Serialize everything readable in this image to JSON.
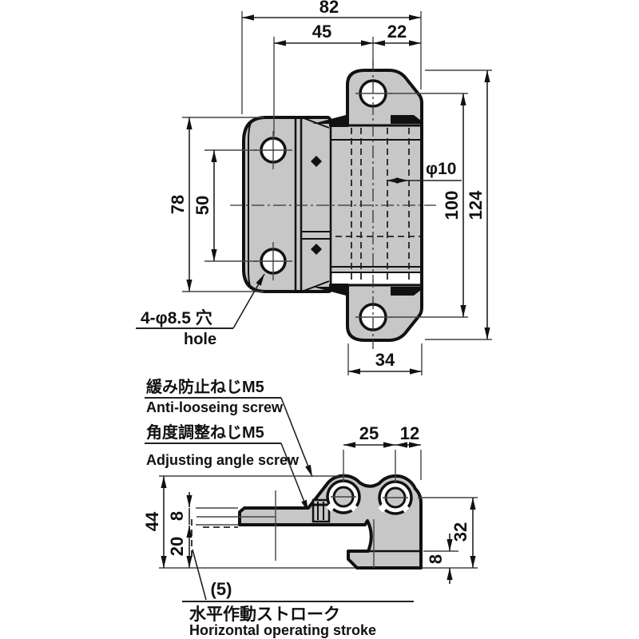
{
  "colors": {
    "outline": "#111111",
    "part_fill": "#c7c7c7",
    "dimension_lines": "#222222",
    "background": "#ffffff"
  },
  "top_view": {
    "dim_82": "82",
    "dim_45": "45",
    "dim_22": "22",
    "dim_78": "78",
    "dim_50": "50",
    "dim_phi10": "φ10",
    "dim_100": "100",
    "dim_124": "124",
    "dim_34": "34",
    "hole_note_jp": "4-φ8.5 穴",
    "hole_note_en": "hole"
  },
  "side_view": {
    "dim_25": "25",
    "dim_12": "12",
    "dim_44": "44",
    "dim_8_arm": "8",
    "dim_20": "20",
    "dim_32": "32",
    "dim_8_base": "8",
    "dim_stroke": "(5)",
    "anti_loosening_jp": "緩み防止ねじM5",
    "anti_loosening_en": "Anti-looseing screw",
    "adjusting_jp": "角度調整ねじM5",
    "adjusting_en": "Adjusting angle screw",
    "stroke_jp": "水平作動ストローク",
    "stroke_en": "Horizontal operating stroke"
  }
}
